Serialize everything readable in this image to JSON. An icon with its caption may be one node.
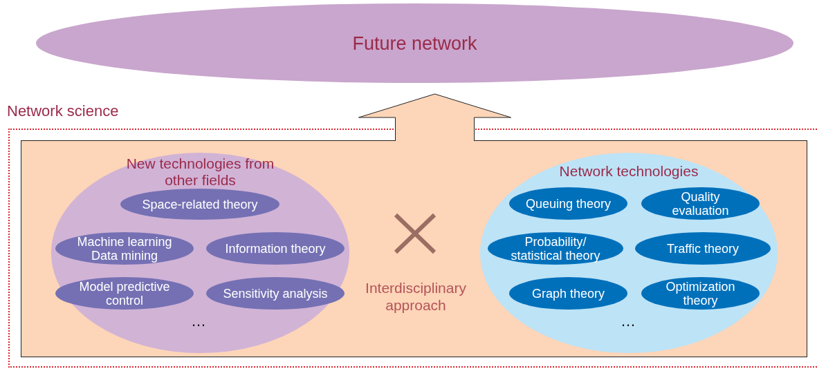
{
  "diagram": {
    "nodes": [
      {
        "text": [
          "Future network"
        ]
      },
      {
        "text": [
          "Network science"
        ]
      },
      {
        "text": [
          "Interdisciplinary approach"
        ],
        "in": 1
      },
      {
        "text": [
          "New technologies from other fields"
        ],
        "in": 2
      },
      {
        "text": [
          "Space-related theory"
        ],
        "in": 3
      },
      {
        "text": [
          "Machine learning Data mining"
        ],
        "in": 3
      },
      {
        "text": [
          "Information theory"
        ],
        "in": 3
      },
      {
        "text": [
          "Model predictive control"
        ],
        "in": 3
      },
      {
        "text": [
          "Sensitivity analysis"
        ],
        "in": 3
      },
      {
        "text": [
          "Network technologies"
        ],
        "in": 2
      },
      {
        "text": [
          "Queuing theory"
        ],
        "in": 9
      },
      {
        "text": [
          "Quality evaluation"
        ],
        "in": 9
      },
      {
        "text": [
          "Probability/ statistical theory"
        ],
        "in": 9
      },
      {
        "text": [
          "Traffic theory"
        ],
        "in": 9
      },
      {
        "text": [
          "Graph theory"
        ],
        "in": 9
      },
      {
        "text": [
          "Optimization theory"
        ],
        "in": 9
      }
    ],
    "edges": [
      {
        "from": 2,
        "to": 0,
        "arrow": "to",
        "style": "thick"
      }
    ],
    "labels": [
      "…",
      "…"
    ]
  }
}
